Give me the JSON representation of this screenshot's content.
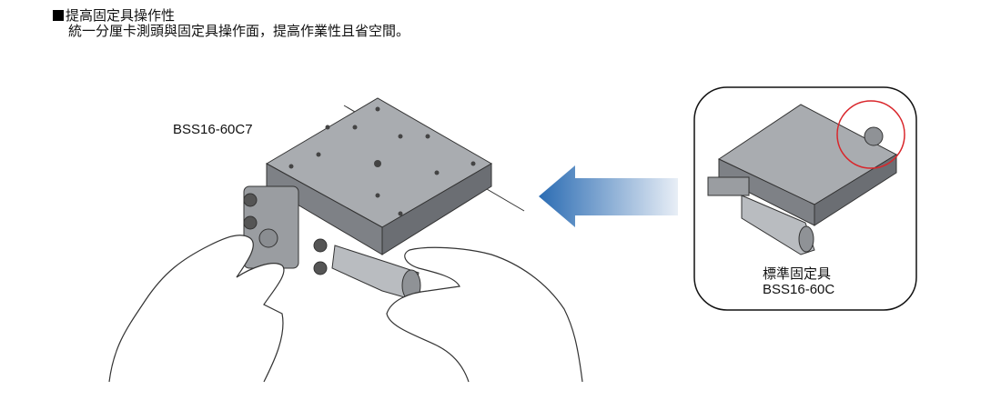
{
  "section": {
    "title": "提高固定具操作性",
    "description": "統一分厘卡測頭與固定具操作面，提高作業性且省空間。"
  },
  "main_figure": {
    "model": "BSS16-60C7"
  },
  "inset": {
    "title": "標準固定具",
    "model": "BSS16-60C"
  },
  "colors": {
    "arrow": "#2b6cb3",
    "highlight_circle": "#d9262b"
  }
}
